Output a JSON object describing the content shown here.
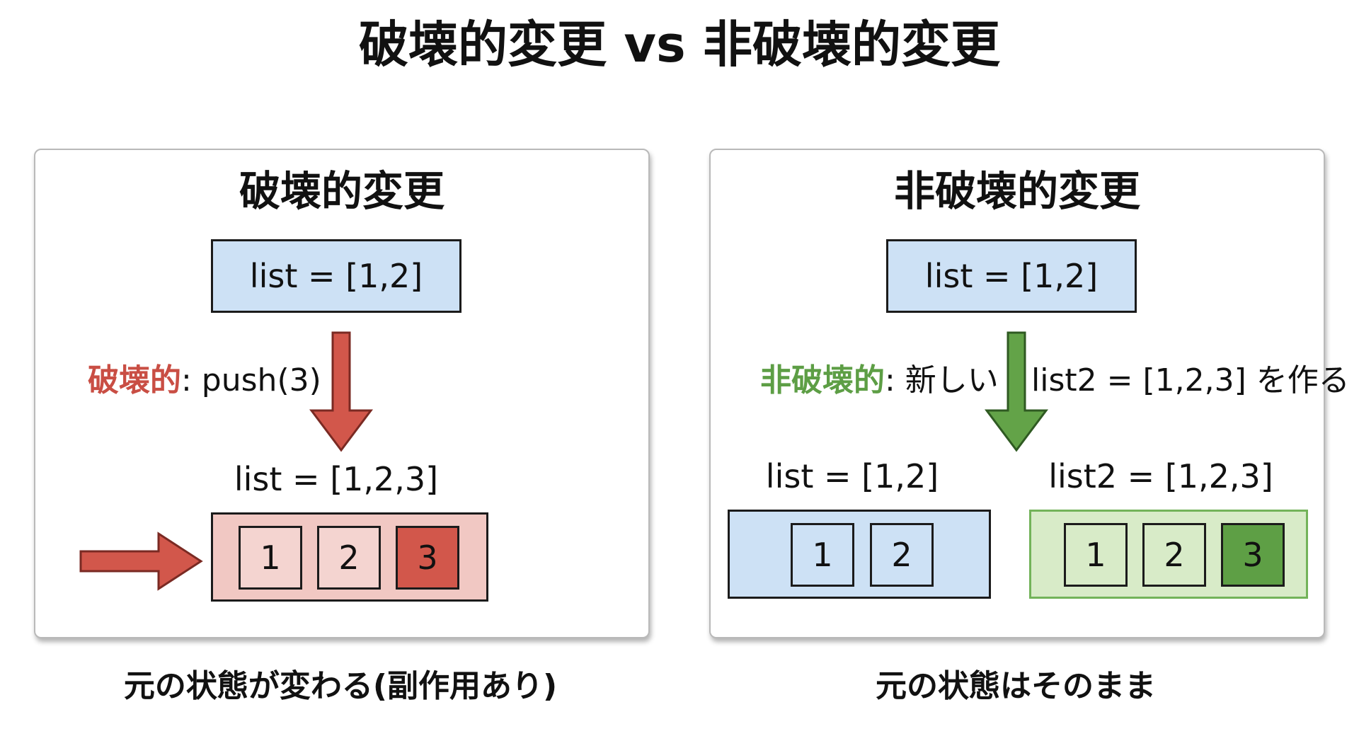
{
  "title": "破壊的変更 vs 非破壊的変更",
  "left_panel": {
    "title": "破壊的変更",
    "code_box": "list = [1,2]",
    "op_keyword": "破壊的",
    "op_rest": ": push(3)",
    "result_label": "list = [1,2,3]",
    "cells": [
      "1",
      "2",
      "3"
    ],
    "caption": "元の状態が変わる(副作用あり)"
  },
  "right_panel": {
    "title": "非破壊的変更",
    "code_box": "list = [1,2]",
    "op_keyword": "非破壊的",
    "op_middle": ": 新しい",
    "op_rest": "list2 = [1,2,3] を作る",
    "original_label": "list = [1,2]",
    "original_cells": [
      "1",
      "2"
    ],
    "new_label": "list2 = [1,2,3]",
    "new_cells": [
      "1",
      "2",
      "3"
    ],
    "caption": "元の状態はそのまま"
  },
  "colors": {
    "destructive_accent": "#c94e44",
    "nondestructive_accent": "#5d9e45",
    "code_box_fill": "#cde1f5"
  }
}
